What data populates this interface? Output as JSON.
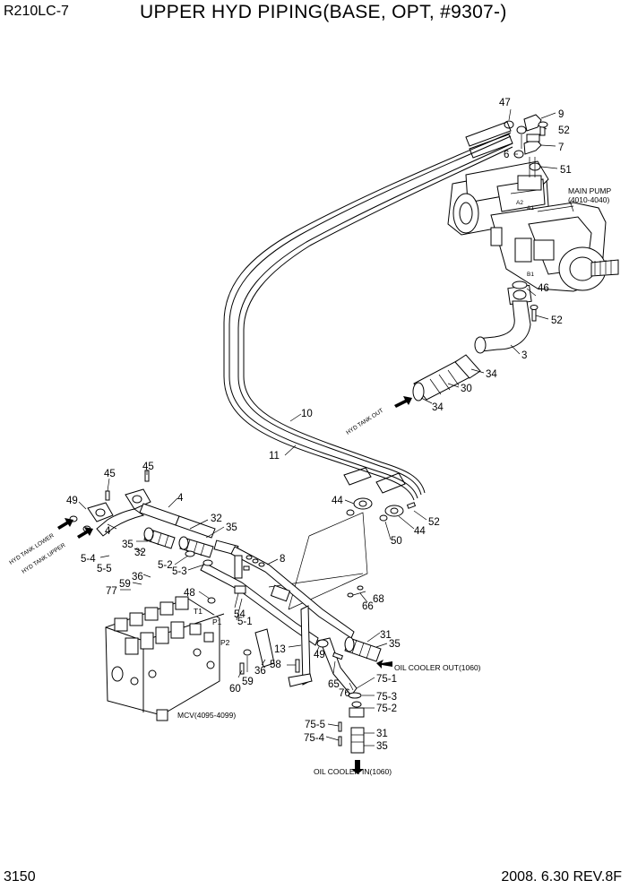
{
  "header": {
    "model": "R210LC-7",
    "title": "UPPER HYD PIPING(BASE, OPT, #9307-)"
  },
  "footer": {
    "page": "3150",
    "revision": "2008. 6.30  REV.8F"
  },
  "components": {
    "main_pump": {
      "line1": "MAIN PUMP",
      "line2": "(4010-4040)"
    },
    "mcv": "MCV(4095-4099)",
    "port_a1": "A1",
    "port_b1": "B1",
    "port_a2": "A2",
    "port_p1": "P1",
    "port_p2": "P2",
    "port_t1": "T1"
  },
  "callouts": {
    "hyd_tank_out": "HYD TANK OUT",
    "hyd_tank_lower": "HYD TANK LOWER",
    "hyd_tank_upper": "HYD TANK UPPER",
    "oil_cooler_out": "OIL COOLER OUT(1060)",
    "oil_cooler_in": "OIL COOLER IN(1060)"
  },
  "part_numbers": {
    "p47": "47",
    "p9": "9",
    "p52a": "52",
    "p7": "7",
    "p6": "6",
    "p51": "51",
    "p46": "46",
    "p52b": "52",
    "p3": "3",
    "p34a": "34",
    "p30": "30",
    "p34b": "34",
    "p10": "10",
    "p11": "11",
    "p44a": "44",
    "p52c": "52",
    "p44b": "44",
    "p50": "50",
    "p45a": "45",
    "p45b": "45",
    "p4a": "4",
    "p49a": "49",
    "p4b": "4",
    "p32a": "32",
    "p35a": "35",
    "p35b": "35",
    "p32b": "32",
    "p5_4": "5-4",
    "p5_5": "5-5",
    "p5_2": "5-2",
    "p5_3": "5-3",
    "p8": "8",
    "p36a": "36",
    "p59a": "59",
    "p77": "77",
    "p48": "48",
    "p54": "54",
    "p5_1": "5-1",
    "p66": "66",
    "p68": "68",
    "p31a": "31",
    "p35c": "35",
    "p13": "13",
    "p49b": "49",
    "p58": "58",
    "p36b": "36",
    "p60": "60",
    "p59b": "59",
    "p65": "65",
    "p76": "76",
    "p75_1": "75-1",
    "p75_3": "75-3",
    "p75_2": "75-2",
    "p75_5": "75-5",
    "p75_4": "75-4",
    "p31b": "31",
    "p35d": "35"
  }
}
